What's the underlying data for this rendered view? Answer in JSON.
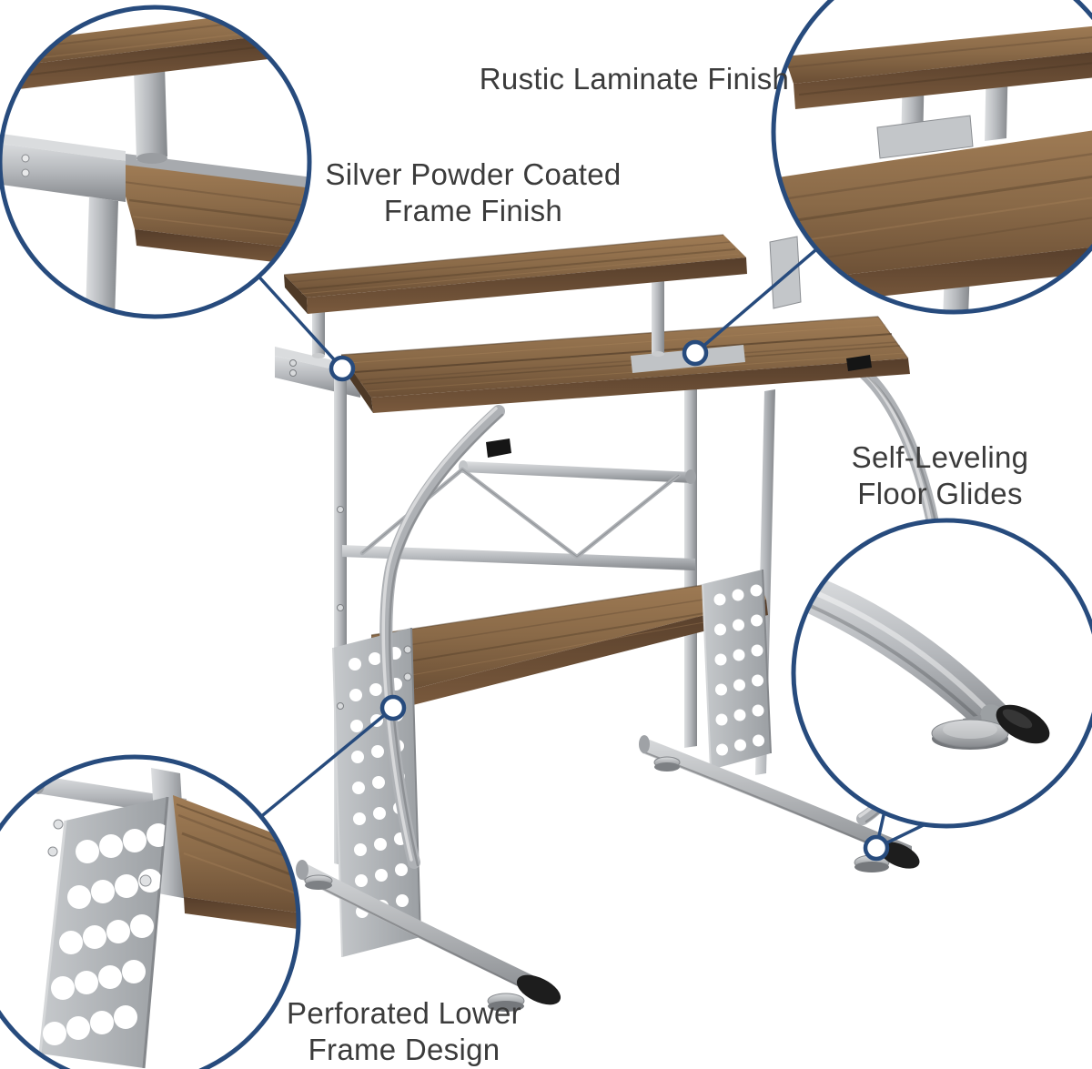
{
  "figure": {
    "title_visible_text_only": true
  },
  "labels": {
    "rustic": "Rustic Laminate Finish",
    "silver_1": "Silver Powder Coated",
    "silver_2": "Frame Finish",
    "glides_1": "Self-Leveling",
    "glides_2": "Floor Glides",
    "perforated_1": "Perforated Lower",
    "perforated_2": "Frame Design"
  },
  "colors": {
    "accent_navy": "#274b7d",
    "label_text": "#3b3b3b",
    "wood_mid": "#8a6a48",
    "wood_dark": "#553d2a",
    "frame_silver": "#b5b8bc",
    "background": "#ffffff"
  }
}
